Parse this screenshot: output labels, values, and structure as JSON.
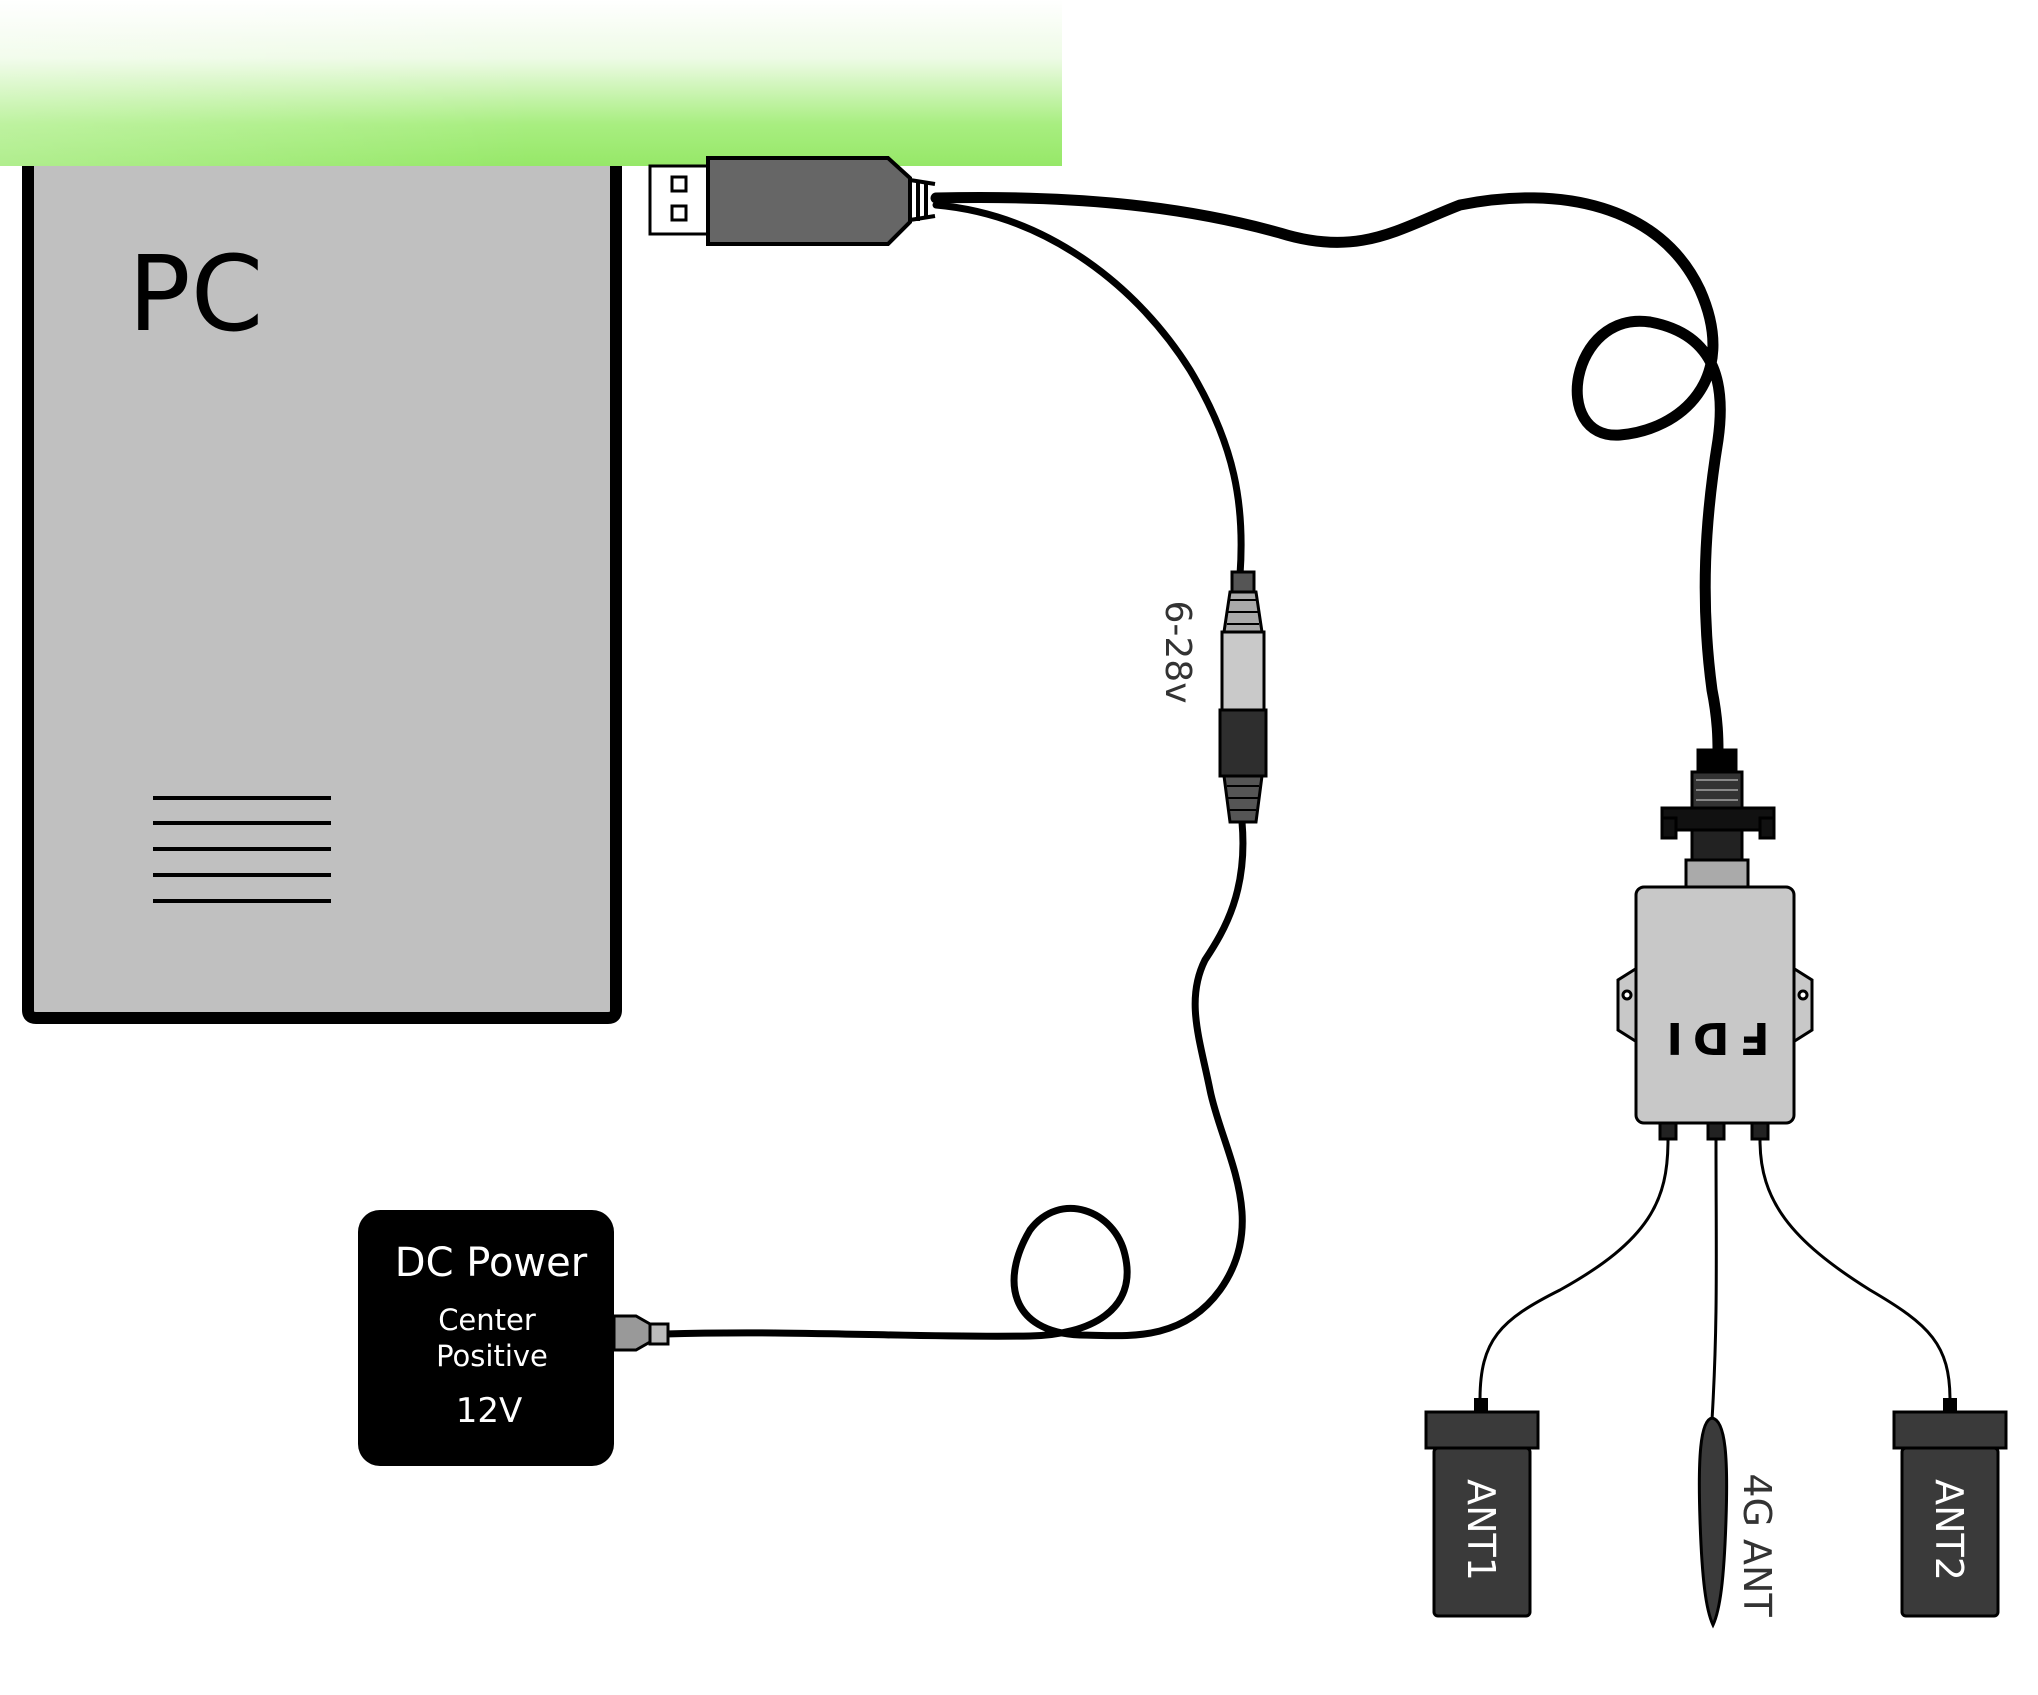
{
  "pc": {
    "label": "PC"
  },
  "power_supply": {
    "title": "DC Power",
    "line1": "Center",
    "line2": "Positive",
    "voltage": "12V"
  },
  "power_cable": {
    "voltage_range": "6-28v"
  },
  "device": {
    "label": "FDI"
  },
  "antennas": {
    "ant1": "ANT1",
    "ant4g": "4G ANT",
    "ant2": "ANT2"
  },
  "colors": {
    "banner_green": "#98ea6a",
    "pc_gray": "#c0c0c0",
    "cable_black": "#000000",
    "device_gray": "#c8c8c8",
    "antenna_dark": "#3a3a3a",
    "plug_dark": "#666666"
  }
}
